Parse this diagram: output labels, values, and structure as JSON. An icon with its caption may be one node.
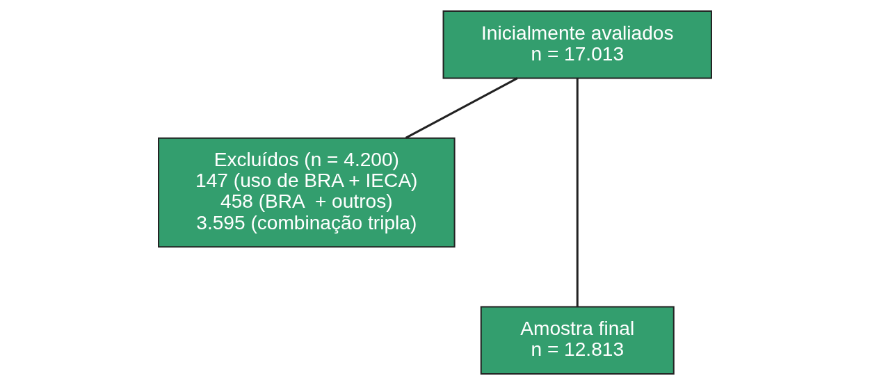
{
  "diagram": {
    "nodes": [
      {
        "text": [
          "Inicialmente avaliados",
          "n = 17.013"
        ]
      },
      {
        "text": [
          "Excluídos (n = 4.200)",
          "147 (uso de BRA + IECA)",
          "458 (BRA  + outros)",
          "3.595 (combinação tripla)"
        ]
      },
      {
        "text": [
          "Amostra final",
          "n = 12.813"
        ]
      }
    ],
    "edges": [
      {
        "from": 0,
        "to": 1,
        "arrow": "none"
      },
      {
        "from": 0,
        "to": 2,
        "arrow": "none"
      }
    ]
  }
}
